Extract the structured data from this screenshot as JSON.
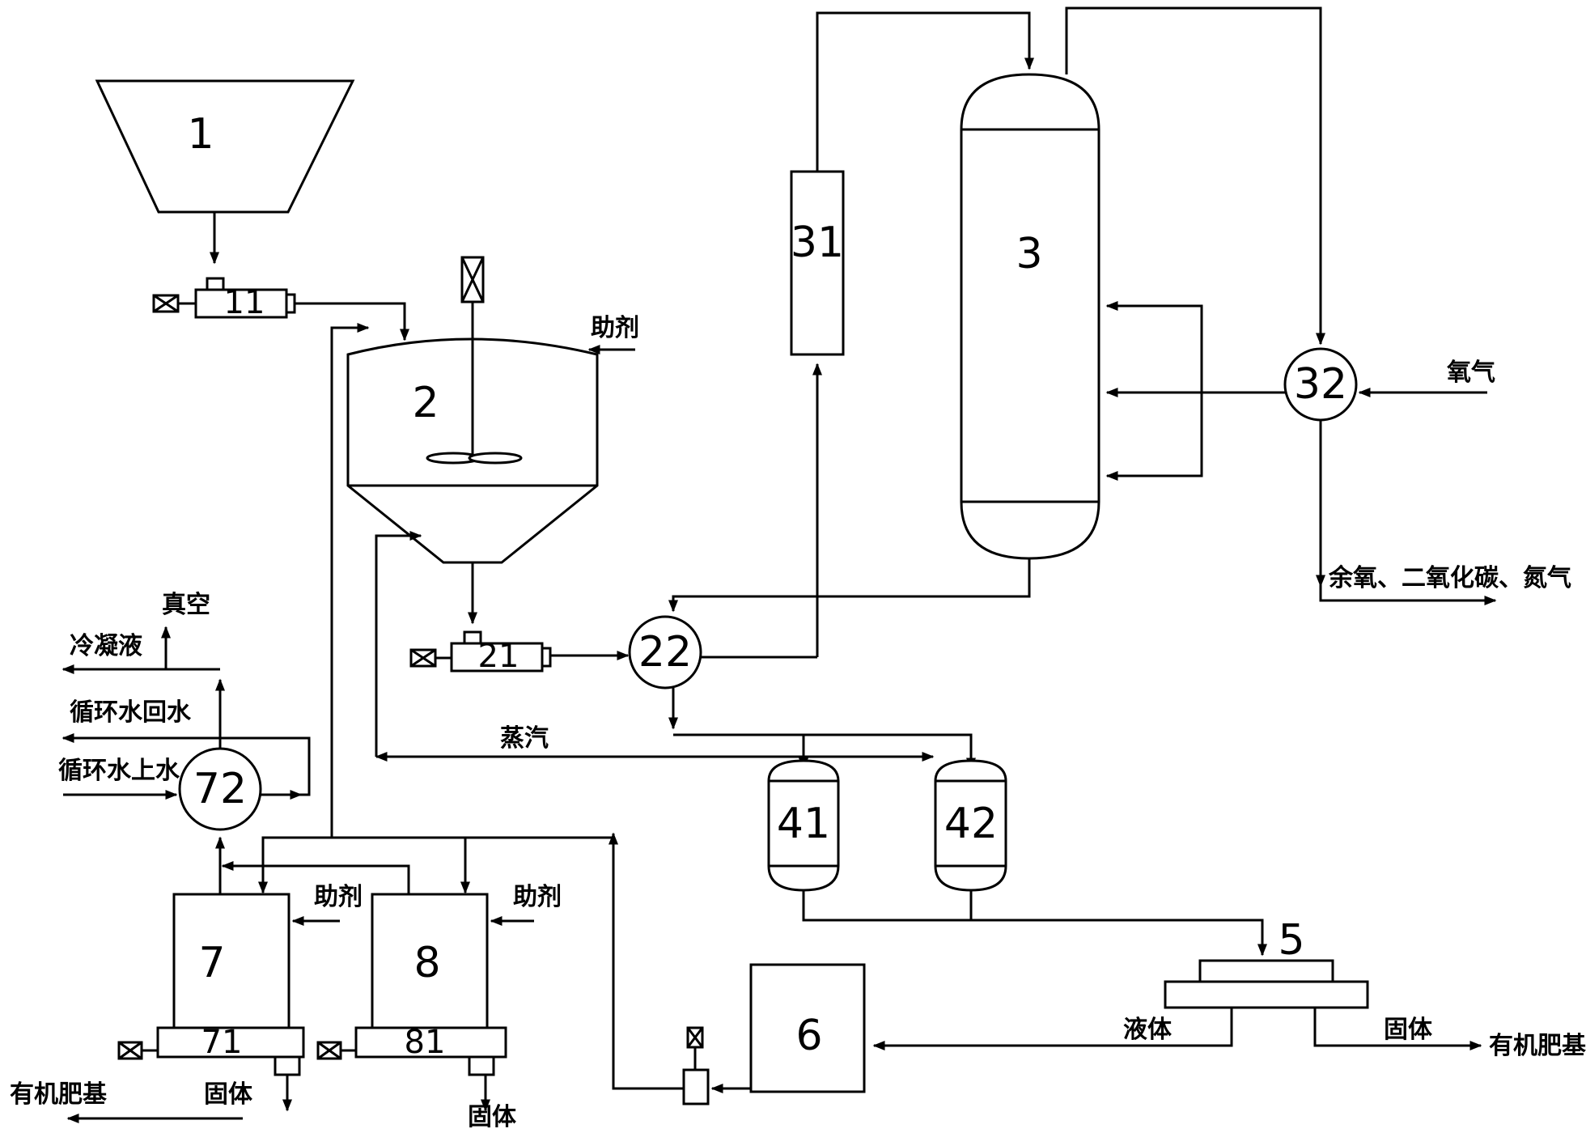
{
  "equipment": {
    "hopper": "1",
    "screw_feeder_1": "11",
    "mixing_tank": "2",
    "screw_pump_2": "21",
    "heat_exchanger_22": "22",
    "reactor": "3",
    "heater_31": "31",
    "heat_exchanger_32": "32",
    "flash_tank_41": "41",
    "flash_tank_42": "42",
    "separator": "5",
    "tank_6": "6",
    "tank_7": "7",
    "screw_71": "71",
    "condenser_72": "72",
    "tank_8": "8",
    "screw_81": "81"
  },
  "streams": {
    "additive_2": "助剂",
    "oxygen_in": "氧气",
    "off_gas": "余氧、二氧化碳、氮气",
    "steam": "蒸汽",
    "vacuum": "真空",
    "condensate": "冷凝液",
    "cooling_return": "循环水回水",
    "cooling_supply": "循环水上水",
    "additive_7": "助剂",
    "additive_8": "助剂",
    "liquid": "液体",
    "solid_5": "固体",
    "fertilizer_right": "有机肥基",
    "fertilizer_left": "有机肥基",
    "solid_7": "固体",
    "solid_8": "固体"
  }
}
